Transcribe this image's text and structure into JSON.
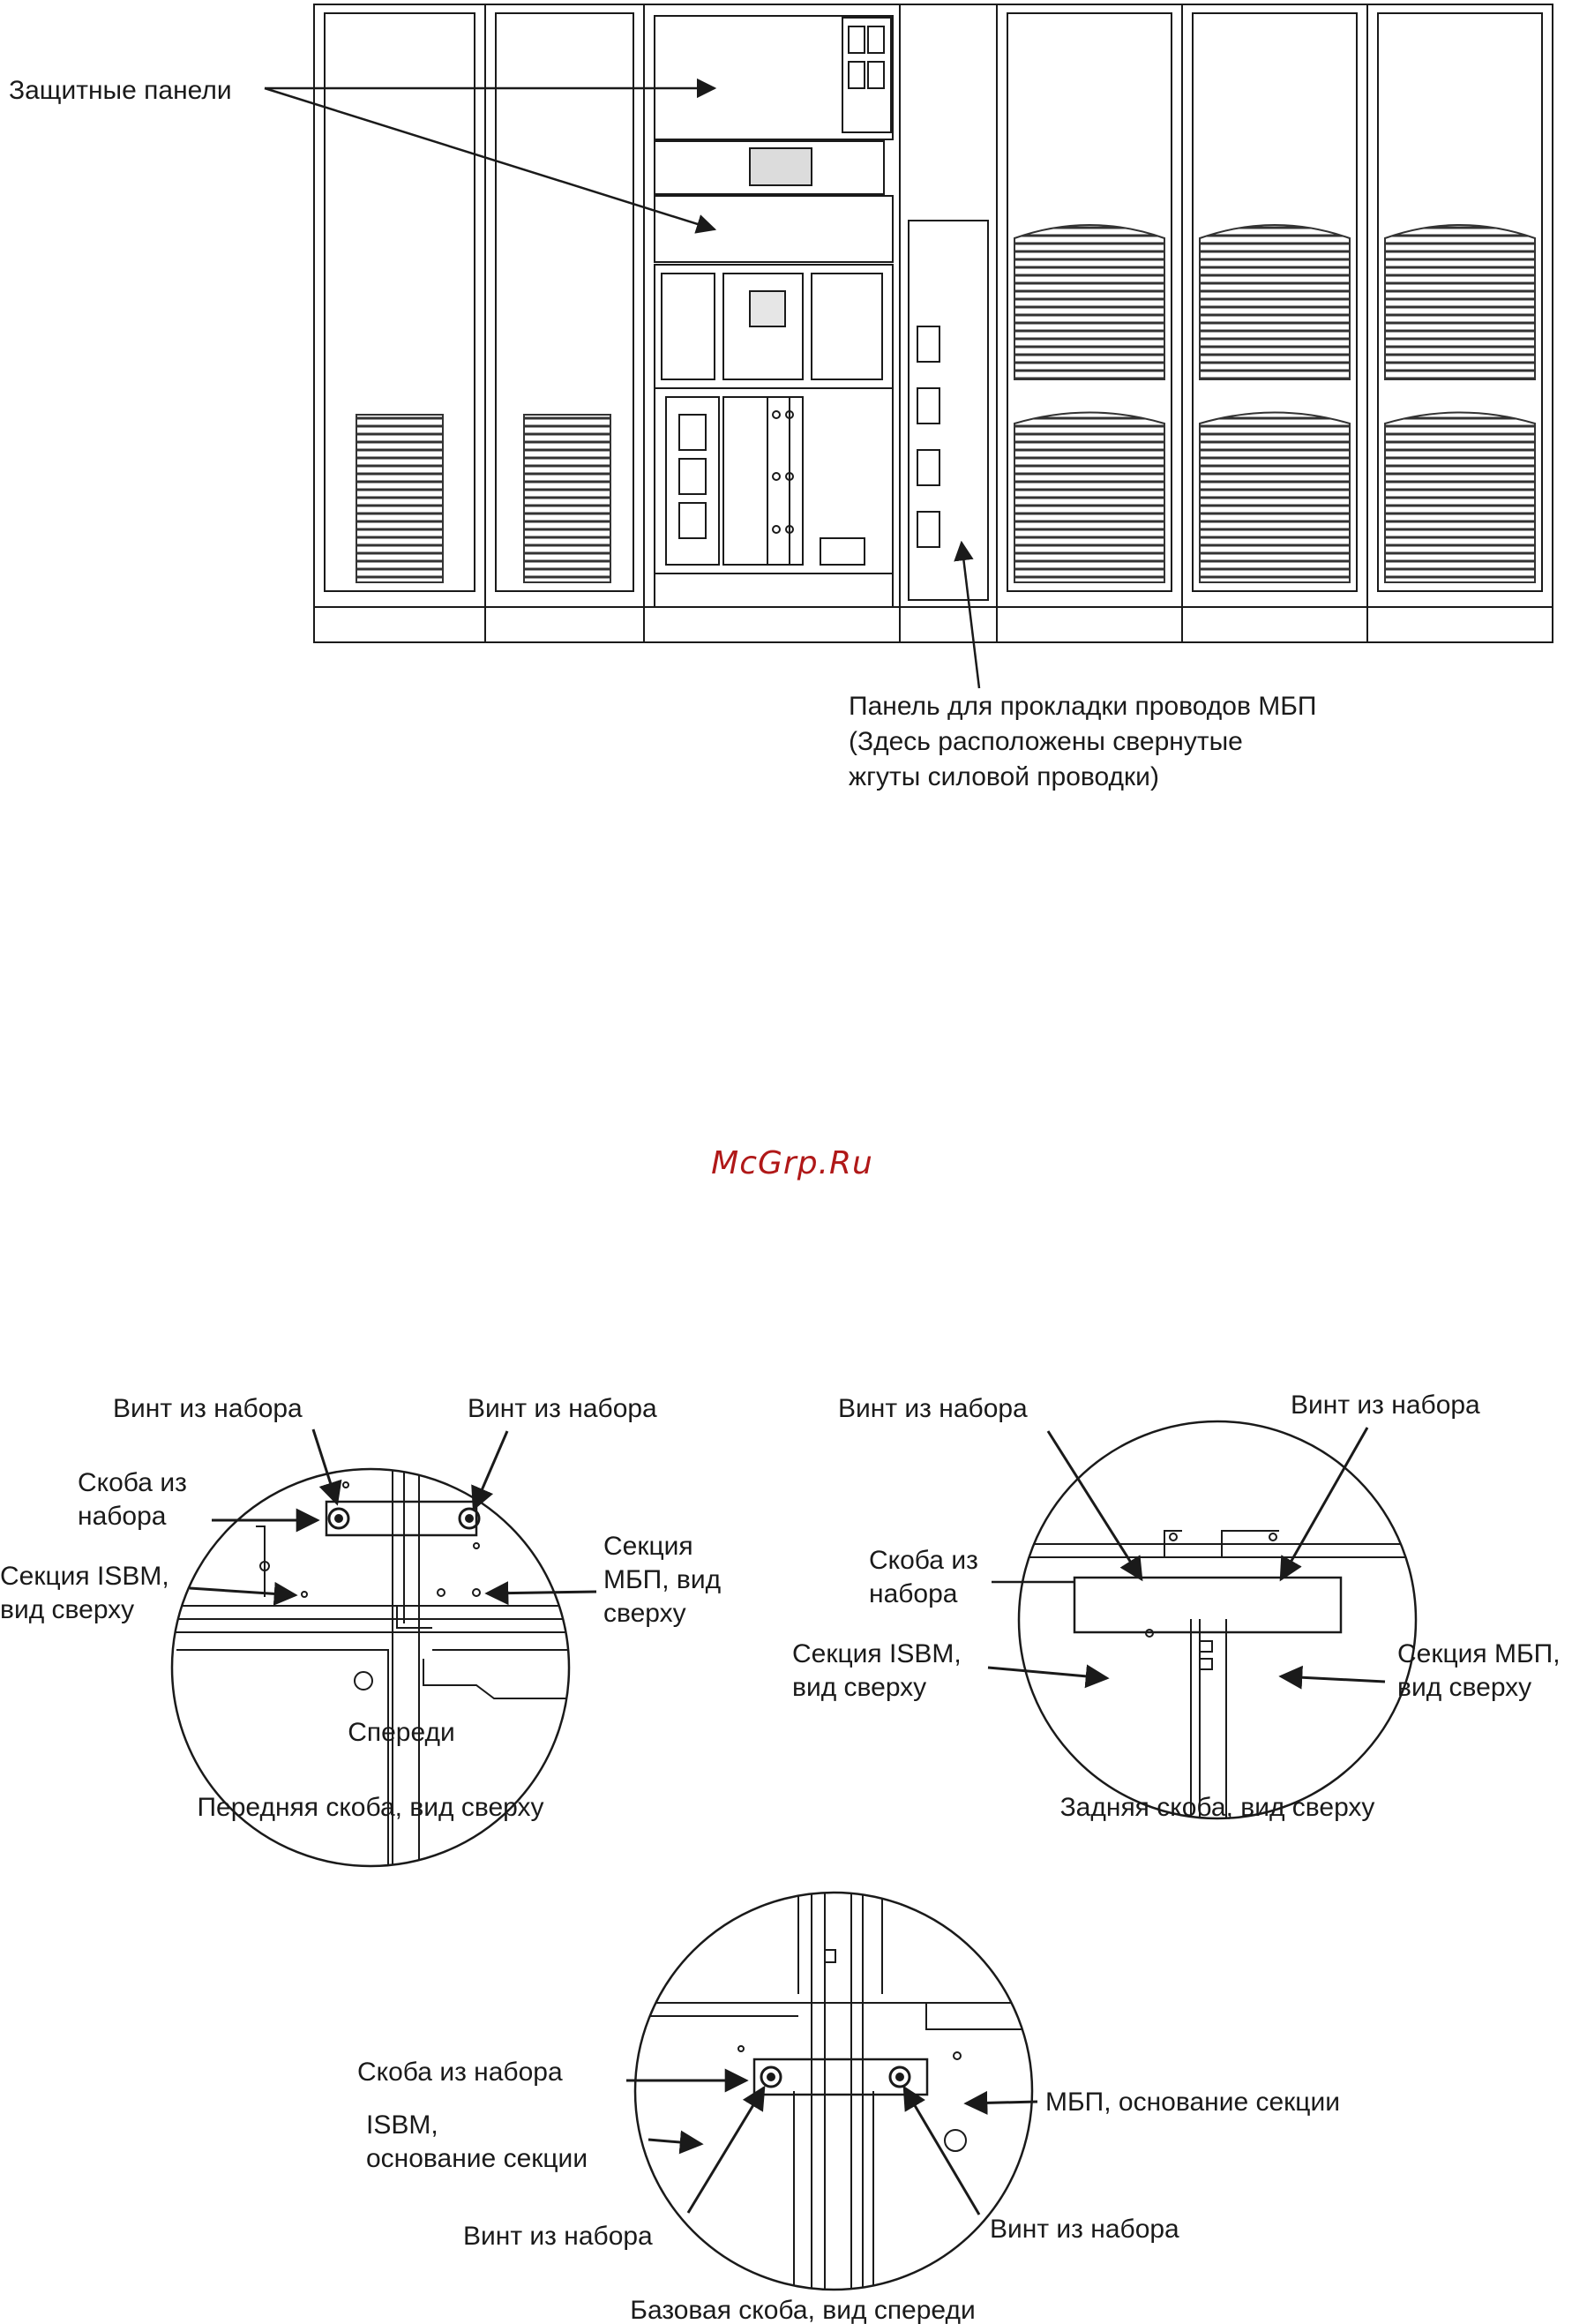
{
  "top_figure": {
    "callout_protective_panels": "Защитные панели",
    "callout_wiring_panel": [
      "Панель для прокладки проводов МБП",
      "(Здесь расположены свернутые",
      "жгуты силовой проводки)"
    ]
  },
  "watermark": "McGrp.Ru",
  "front_bracket_view": {
    "screw_left": "Винт из набора",
    "screw_right": "Винт из набора",
    "bracket": [
      "Скоба из",
      "набора"
    ],
    "isbm_section": [
      "Секция ISBM,",
      "вид сверху"
    ],
    "ups_section": [
      "Секция",
      "МБП, вид",
      "сверху"
    ],
    "front": "Спереди",
    "caption": "Передняя скоба, вид сверху"
  },
  "rear_bracket_view": {
    "screw_left": "Винт из набора",
    "screw_right": "Винт из набора",
    "bracket": [
      "Скоба из",
      "набора"
    ],
    "isbm_section": [
      "Секция ISBM,",
      "вид сверху"
    ],
    "ups_section": [
      "Секция МБП,",
      "вид сверху"
    ],
    "caption": "Задняя скоба, вид сверху"
  },
  "base_bracket_view": {
    "bracket": "Скоба из набора",
    "isbm_base": [
      "ISBM,",
      "основание секции"
    ],
    "ups_base": "МБП, основание секции",
    "screw_left": "Винт из набора",
    "screw_right": "Винт из набора",
    "caption": "Базовая скоба, вид спереди"
  }
}
